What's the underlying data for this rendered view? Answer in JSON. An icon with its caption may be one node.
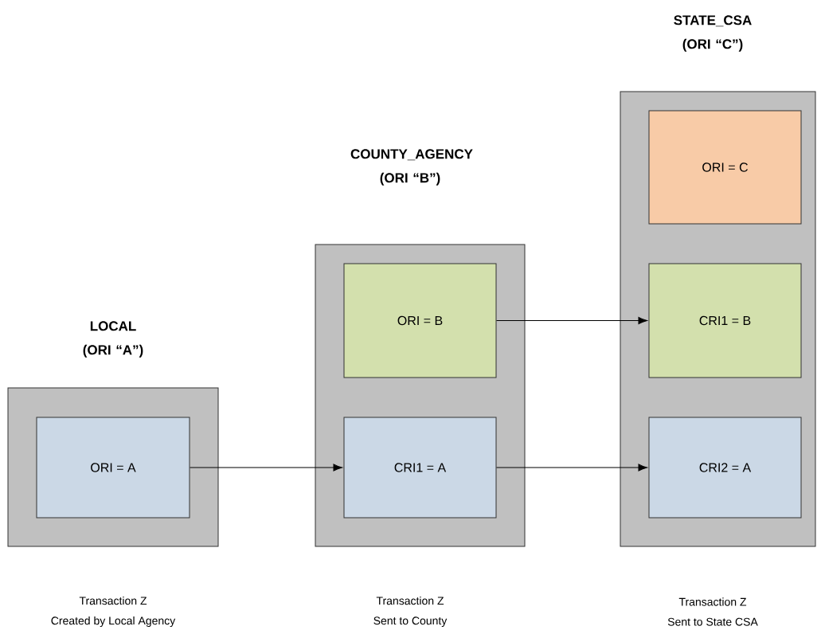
{
  "diagram": {
    "nodes": [
      {
        "text": [
          "LOCAL (ORI “A”)"
        ]
      },
      {
        "text": [
          "ORI = A"
        ],
        "in": 0
      },
      {
        "text": [
          "COUNTY_AGENCY (ORI “B”)"
        ]
      },
      {
        "text": [
          "ORI = B"
        ],
        "in": 2
      },
      {
        "text": [
          "CRI1 = A"
        ],
        "in": 2
      },
      {
        "text": [
          "STATE_CSA (ORI “C”)"
        ]
      },
      {
        "text": [
          "ORI = C"
        ],
        "in": 5
      },
      {
        "text": [
          "CRI1 = B"
        ],
        "in": 5
      },
      {
        "text": [
          "CRI2 = A"
        ],
        "in": 5
      }
    ],
    "edges": [
      {
        "from": 1,
        "to": 4,
        "arrow": "to"
      },
      {
        "from": 3,
        "to": 7,
        "arrow": "to"
      },
      {
        "from": 4,
        "to": 8,
        "arrow": "to"
      }
    ],
    "labels": [
      "Transaction Z Created by Local Agency",
      "Transaction Z Sent to County",
      "Transaction Z Sent to State CSA"
    ]
  }
}
